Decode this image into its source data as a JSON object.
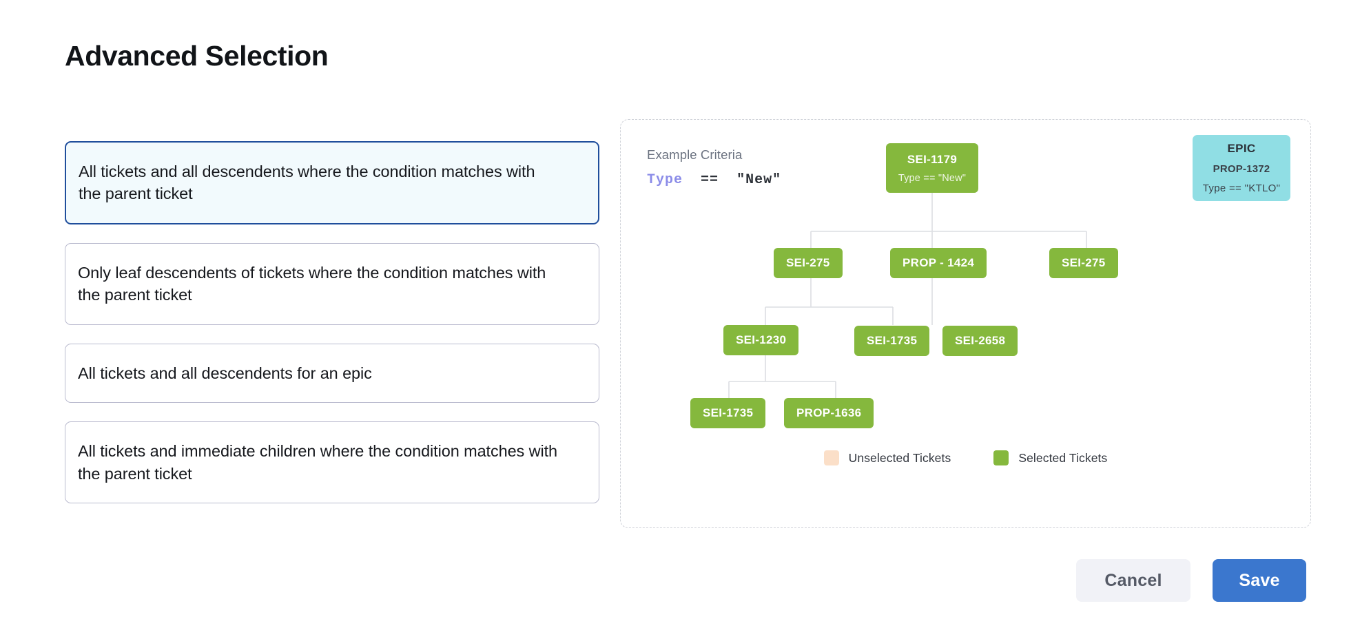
{
  "page_title": "Advanced Selection",
  "options": [
    {
      "label": "All tickets and all descendents where the condition matches with the parent ticket",
      "selected": true
    },
    {
      "label": "Only leaf descendents of tickets where the condition matches with the parent ticket",
      "selected": false
    },
    {
      "label": "All tickets and all descendents for an epic",
      "selected": false
    },
    {
      "label": "All tickets and immediate children where the condition matches with the parent ticket",
      "selected": false
    }
  ],
  "diagram": {
    "criteria_label": "Example Criteria",
    "criteria_keyword": "Type",
    "criteria_operator": "==",
    "criteria_value": "\"New\"",
    "nodes": {
      "root": {
        "id": "SEI-1179",
        "sub": "Type == \"New\""
      },
      "epic": {
        "title": "EPIC",
        "id": "PROP-1372",
        "sub": "Type == \"KTLO\""
      },
      "row2_left": {
        "id": "SEI-275"
      },
      "row2_mid": {
        "id": "PROP - 1424"
      },
      "row2_right": {
        "id": "SEI-275"
      },
      "row3_left": {
        "id": "SEI-1230"
      },
      "row3_mid": {
        "id": "SEI-1735"
      },
      "row3_right": {
        "id": "SEI-2658"
      },
      "row4_left": {
        "id": "SEI-1735"
      },
      "row4_right": {
        "id": "PROP-1636"
      }
    },
    "legend": [
      {
        "label": "Unselected Tickets",
        "color": "#fbdfc8"
      },
      {
        "label": "Selected Tickets",
        "color": "#85b83d"
      }
    ]
  },
  "footer": {
    "cancel_label": "Cancel",
    "save_label": "Save"
  },
  "colors": {
    "selected_node": "#85b83d",
    "epic_node": "#90dee4",
    "unselected_node": "#fbdfc8",
    "primary_button": "#3b77ce",
    "selected_card_border": "#1f4e9c"
  }
}
